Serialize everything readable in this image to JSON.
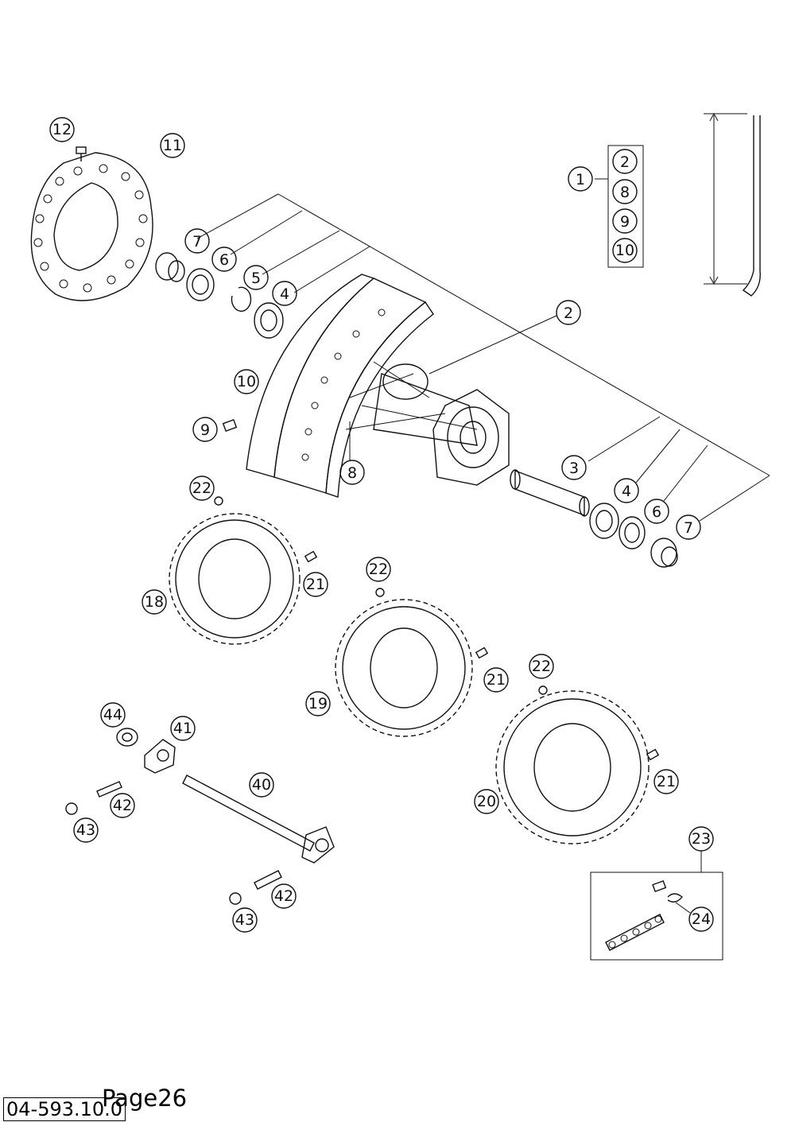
{
  "callouts": {
    "c1": "1",
    "c2": "2",
    "c3": "3",
    "c4": "4",
    "c5": "5",
    "c6": "6",
    "c7": "7",
    "c8": "8",
    "c9": "9",
    "c10": "10",
    "c11": "11",
    "c12": "12",
    "c18": "18",
    "c19": "19",
    "c20": "20",
    "c21": "21",
    "c22": "22",
    "c23": "23",
    "c24": "24",
    "c40": "40",
    "c41": "41",
    "c42": "42",
    "c43": "43",
    "c44": "44"
  },
  "footer": {
    "code": "04-593.10.0",
    "page": "Page26"
  }
}
